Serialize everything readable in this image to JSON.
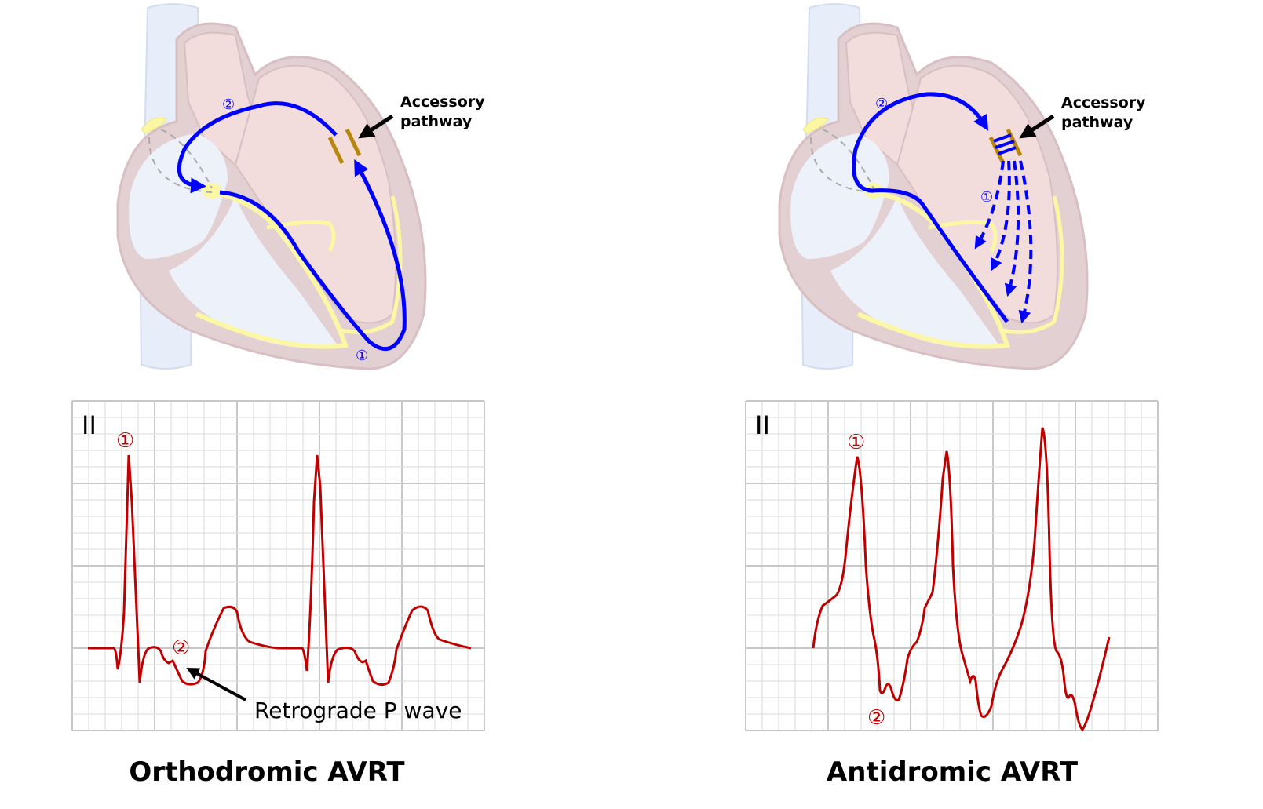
{
  "panels": [
    {
      "title": "Orthodromic AVRT",
      "pathway_label_line1": "Accessory",
      "pathway_label_line2": "pathway",
      "heart_marker_1": "①",
      "heart_marker_2": "②",
      "ecg_lead": "II",
      "ecg_marker_1": "①",
      "ecg_marker_2": "②",
      "annotation": "Retrograde P wave"
    },
    {
      "title": "Antidromic AVRT",
      "pathway_label_line1": "Accessory",
      "pathway_label_line2": "pathway",
      "heart_marker_1": "①",
      "heart_marker_2": "②",
      "ecg_lead": "II",
      "ecg_marker_1": "①",
      "ecg_marker_2": "②"
    }
  ],
  "colors": {
    "conduction": "#0000ff",
    "ecg_trace": "#c00000",
    "pathway": "#b8860b",
    "grid_major": "#c8c8c8",
    "grid_minor": "#e0e0e0"
  }
}
